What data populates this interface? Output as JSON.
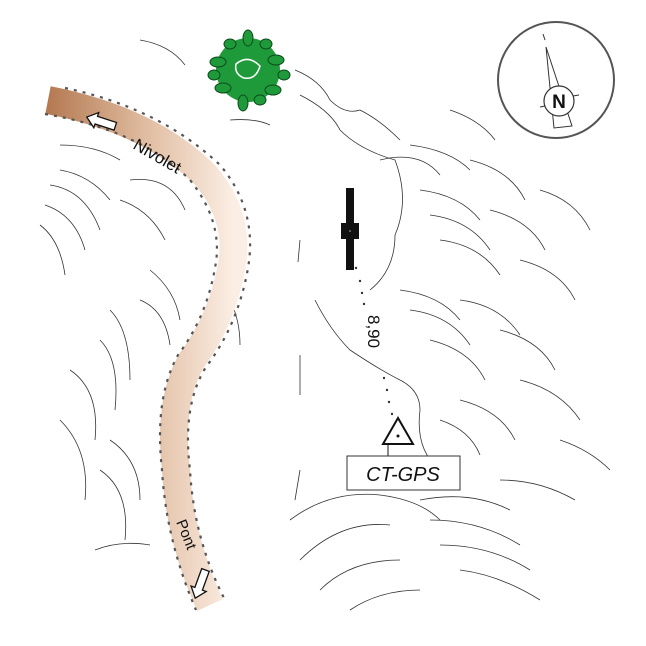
{
  "map": {
    "road_label_north": "Nivolet",
    "road_label_south": "Pont",
    "distance_label": "8,90",
    "station_label": "CT-GPS",
    "north_label": "N"
  },
  "colors": {
    "road_dark": "#b47a52",
    "road_light": "#fbeee4",
    "tree_green": "#1f9a3a",
    "ink": "#111111"
  },
  "icons": [
    "north-arrow-icon",
    "tree-icon",
    "direction-arrow-icon",
    "triangulation-point-icon",
    "borehole-marker-icon"
  ]
}
